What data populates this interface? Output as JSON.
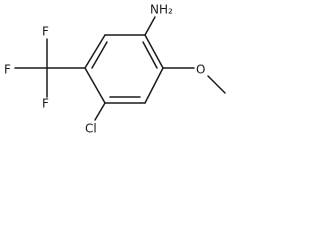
{
  "molecule": {
    "atoms": {
      "nh2": "NH₂",
      "o": "O",
      "cl": "Cl",
      "f_top": "F",
      "f_left": "F",
      "f_bottom": "F"
    }
  }
}
